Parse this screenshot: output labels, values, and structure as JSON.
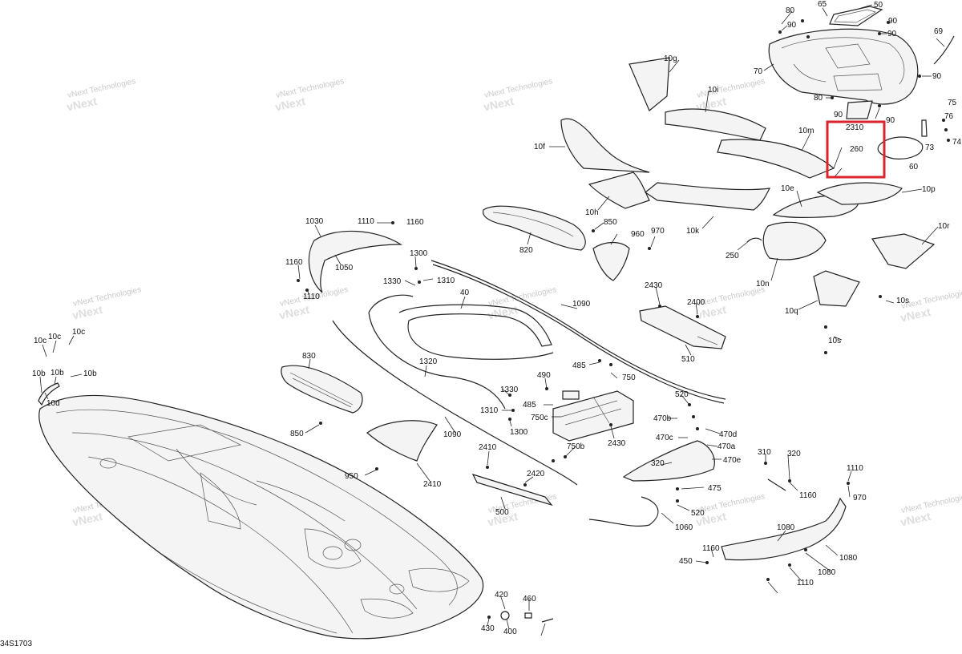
{
  "diagram": {
    "drawing_code": "34S1703",
    "watermark_text": "vNext Technologies",
    "highlight_color": "#d9232d",
    "highlighted_callouts": [
      "2310",
      "260"
    ],
    "callouts": [
      "50",
      "65",
      "80",
      "90",
      "90",
      "90",
      "69",
      "70",
      "90",
      "80",
      "90",
      "90",
      "76",
      "75",
      "74",
      "73",
      "60",
      "10g",
      "10i",
      "10m",
      "10f",
      "2310",
      "260",
      "10h",
      "10e",
      "10p",
      "10k",
      "10n",
      "10r",
      "10q",
      "10s",
      "10s",
      "850",
      "970",
      "960",
      "820",
      "250",
      "1030",
      "1110",
      "1160",
      "1300",
      "1050",
      "1160",
      "1110",
      "1330",
      "1310",
      "40",
      "1090",
      "10c",
      "10c",
      "10c",
      "10b",
      "10b",
      "10b",
      "10d",
      "830",
      "850",
      "1320",
      "1330",
      "1310",
      "1300",
      "1090",
      "490",
      "485",
      "750",
      "485",
      "750c",
      "750b",
      "2430",
      "2430",
      "2400",
      "510",
      "520",
      "470b",
      "470d",
      "470c",
      "470a",
      "470e",
      "320",
      "310",
      "320",
      "1160",
      "1110",
      "970",
      "950",
      "2410",
      "2410",
      "2420",
      "500",
      "520",
      "475",
      "1060",
      "1080",
      "1080",
      "1080",
      "1110",
      "1160",
      "450",
      "420",
      "460",
      "430",
      "400"
    ]
  }
}
